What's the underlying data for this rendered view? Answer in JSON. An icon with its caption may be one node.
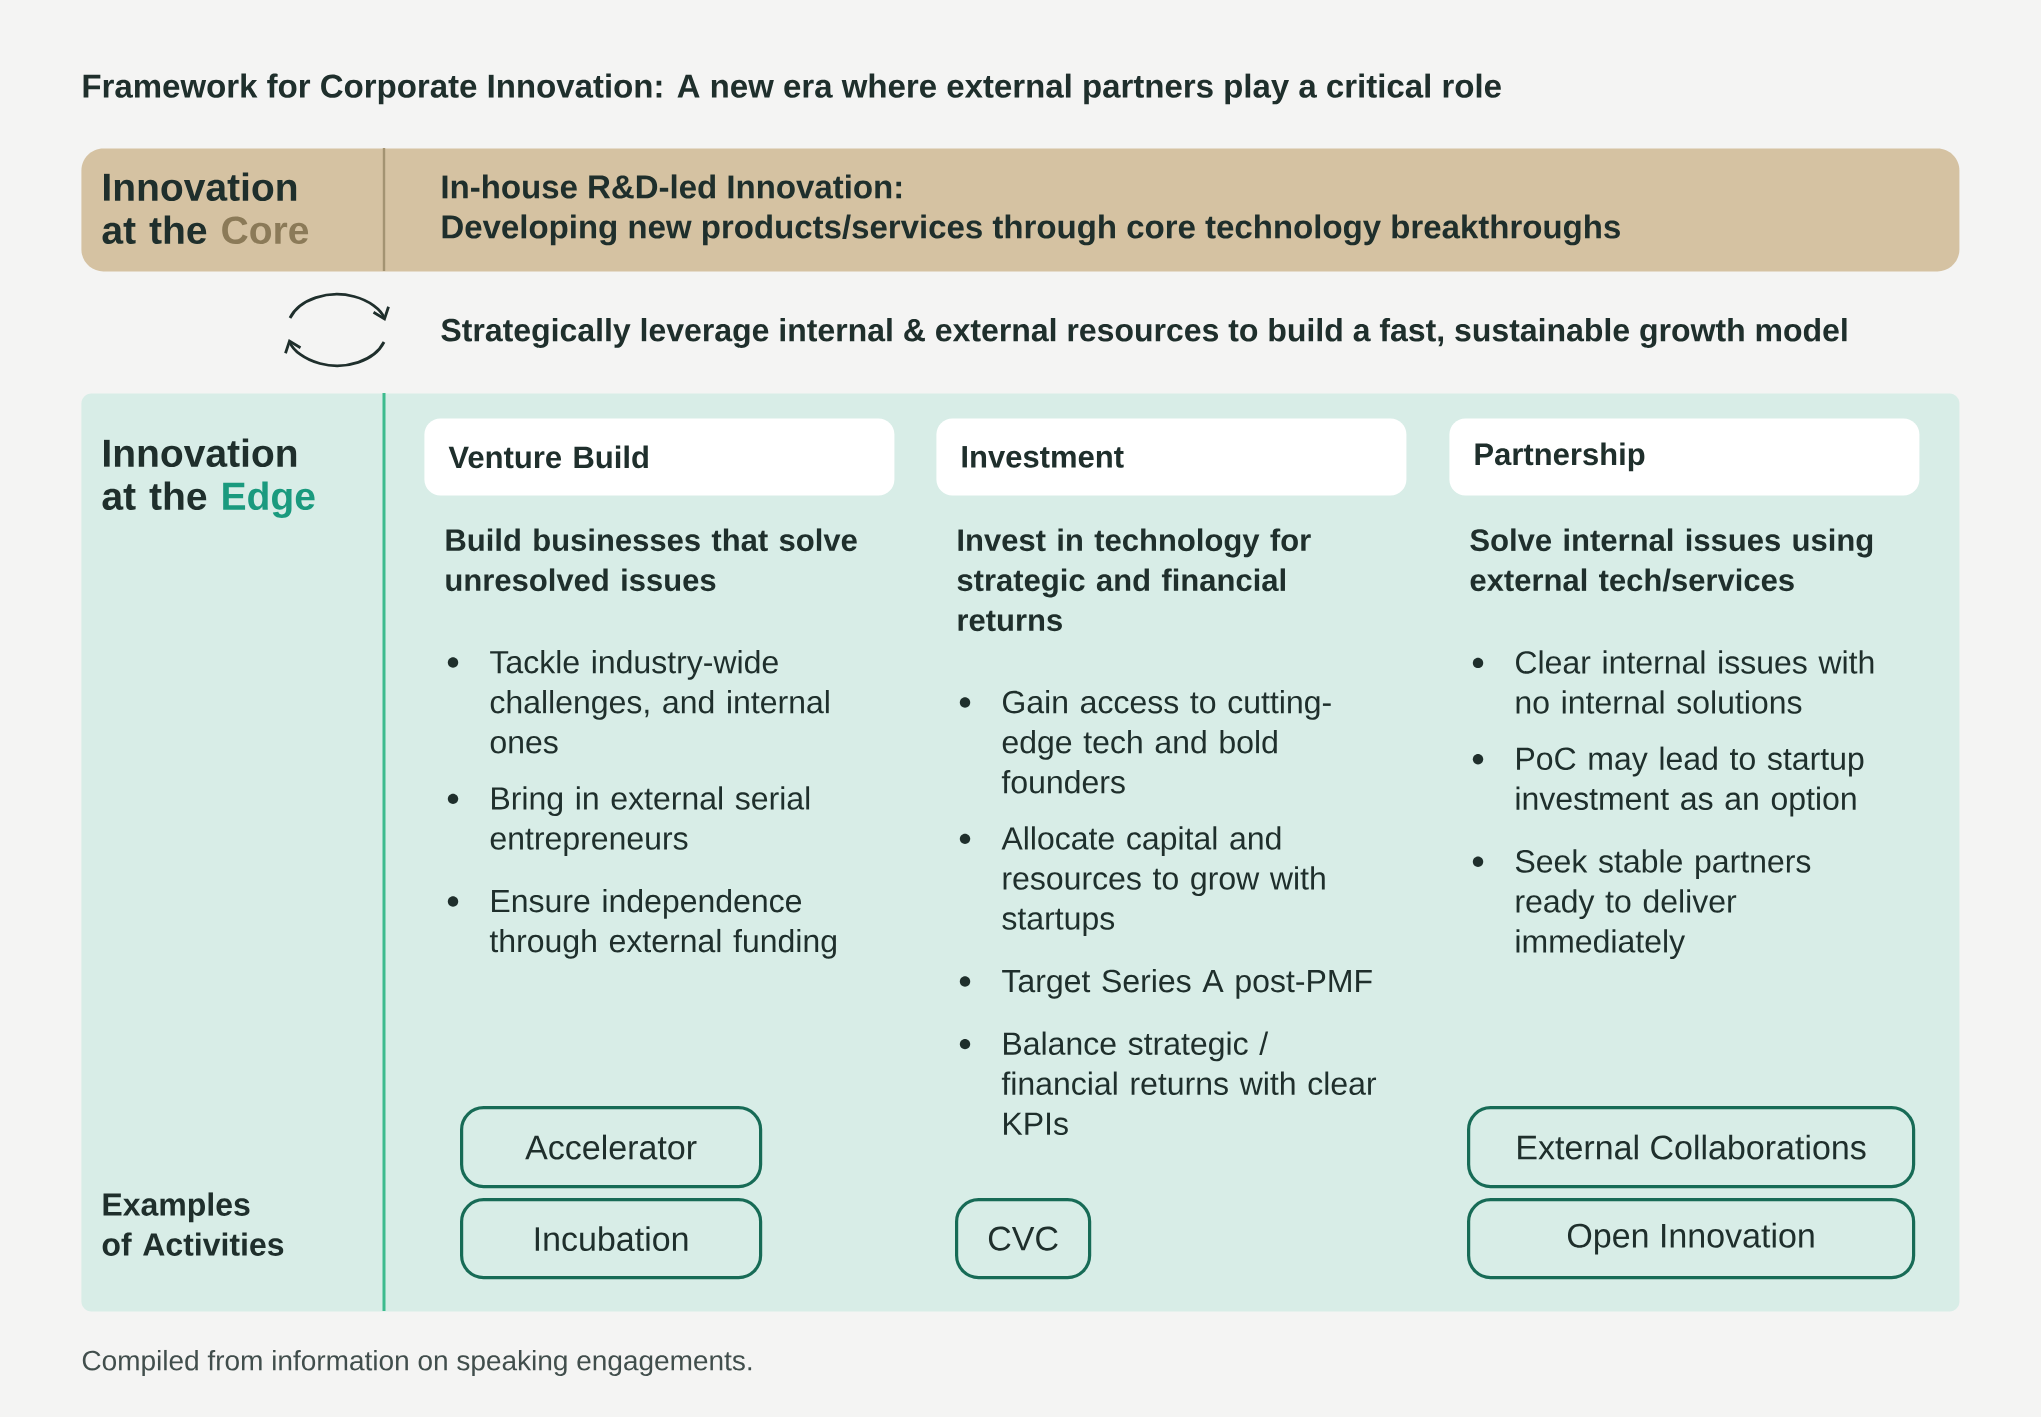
{
  "diagram": {
    "title": "Framework for Corporate Innovation: A new era where external partners play a critical role",
    "caption": "Compiled from information on speaking engagements.",
    "nodes": [
      {
        "text": [
          "Innovation at the",
          "Core",
          "In-house R&D-led Innovation:",
          "Developing new products/services through core technology breakthroughs"
        ]
      },
      {
        "text": [
          "Innovation at the",
          "Edge",
          "Examples of Activities"
        ]
      },
      {
        "text": [
          "Venture Build"
        ],
        "in": 1,
        "beside": [
          "Build businesses that solve unresolved issues",
          "Tackle industry-wide challenges, and internal ones",
          "Bring in external serial entrepreneurs",
          "Ensure independence through external funding"
        ]
      },
      {
        "text": [
          "Investment"
        ],
        "in": 1,
        "beside": [
          "Invest in technology for strategic and financial returns",
          "Gain access to cutting-edge tech and bold founders",
          "Allocate capital and resources to grow with startups",
          "Target Series A post-PMF",
          "Balance strategic / financial returns with clear KPIs"
        ]
      },
      {
        "text": [
          "Partnership"
        ],
        "in": 1,
        "beside": [
          "Solve internal issues using external tech/services",
          "Clear internal issues with no internal solutions",
          "PoC may lead to startup investment as an option",
          "Seek stable partners ready to deliver immediately"
        ]
      },
      {
        "text": [
          "Accelerator"
        ],
        "in": 1
      },
      {
        "text": [
          "Incubation"
        ],
        "in": 1
      },
      {
        "text": [
          "CVC"
        ],
        "in": 1
      },
      {
        "text": [
          "External Collaborations"
        ],
        "in": 1
      },
      {
        "text": [
          "Open Innovation"
        ],
        "in": 1
      }
    ],
    "labels": [
      "Strategically leverage internal & external resources to build a fast, sustainable growth model"
    ]
  }
}
